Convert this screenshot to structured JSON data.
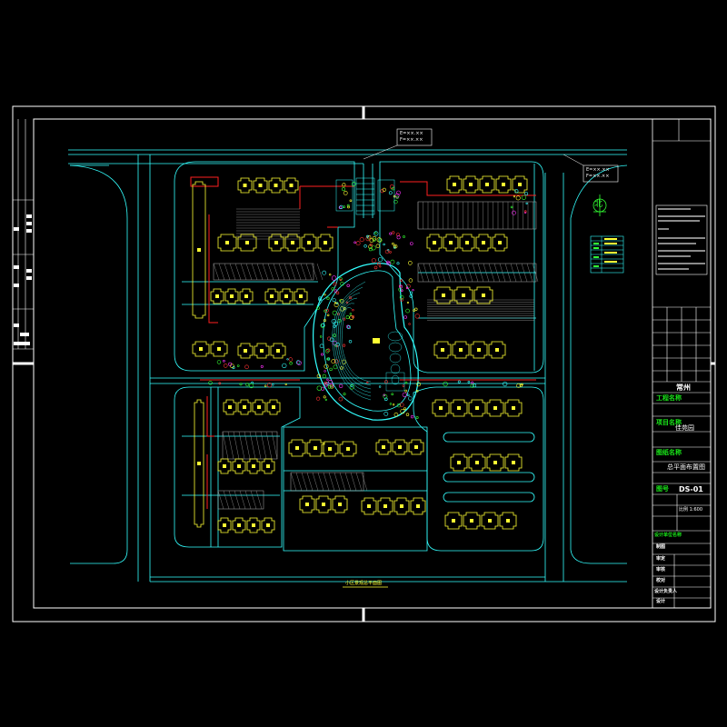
{
  "drawing": {
    "title_block": {
      "company": "常州",
      "project_label": "工程名称",
      "project_name": "项目名称",
      "project_value": "佳苑园",
      "drawing_label": "图纸名称",
      "drawing_name": "总平面布置图",
      "number_label": "图号",
      "number_value": "DS-01",
      "row_scale": "比例 1:600",
      "rows": [
        "设计单位名称",
        "审定",
        "审核",
        "校对",
        "设计负责人",
        "设计",
        "制图"
      ]
    },
    "plan_title": "小区景观总平面图",
    "callout_top": [
      "E=××.××",
      "F=××.××"
    ],
    "callout_right": [
      "E=××.××",
      "F=××.××"
    ],
    "north_symbol": "北"
  },
  "colors": {
    "background": "#000000",
    "frame": "#ffffff",
    "road": "#33ffff",
    "building": "#ffff33",
    "accent_red": "#ff2020",
    "hatch": "#c0c0c0",
    "plant": "#33ff33",
    "magenta": "#ff33ff"
  }
}
